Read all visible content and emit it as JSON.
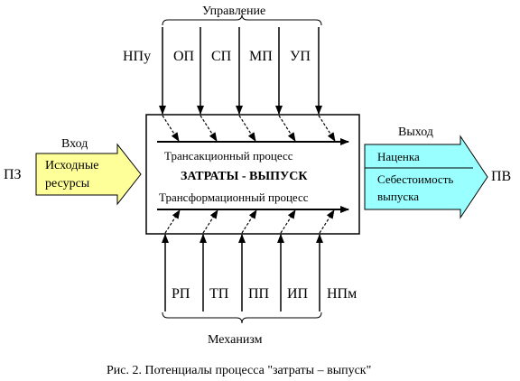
{
  "top_group_label": "Управление",
  "bottom_group_label": "Механизм",
  "input_label": "Вход",
  "output_label": "Выход",
  "input_code": "ПЗ",
  "output_code": "ПВ",
  "input_arrow_text": [
    "Исходные",
    "ресурсы"
  ],
  "output_arrow_text": {
    "row1": "Наценка",
    "row2": [
      "Себестоимость",
      "выпуска"
    ]
  },
  "process": {
    "title": "ЗАТРАТЫ - ВЫПУСК",
    "transaction": "Трансакционный процесс",
    "transformation": "Трансформационный процесс"
  },
  "control_arrows": [
    "НПу",
    "ОП",
    "СП",
    "МП",
    "УП"
  ],
  "mechanism_arrows": [
    "РП",
    "ТП",
    "ПП",
    "ИП",
    "НПм"
  ],
  "caption": "Рис. 2. Потенциалы процесса \"затраты – выпуск\"",
  "colors": {
    "input_fill": "#ffff99",
    "output_fill": "#99ffff",
    "stroke": "#000000"
  }
}
